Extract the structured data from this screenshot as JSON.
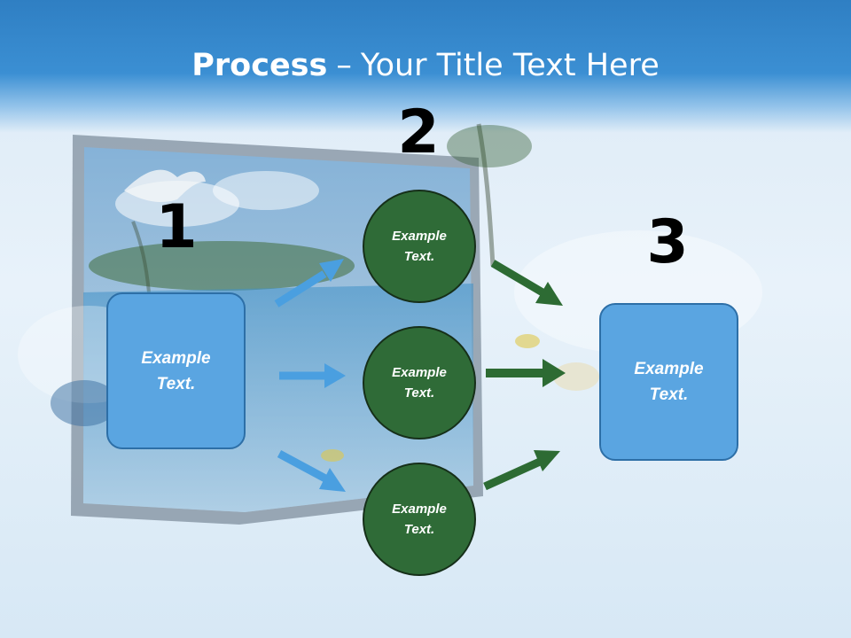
{
  "slide": {
    "title_bold": "Process",
    "title_dash": "–",
    "title_rest": "Your Title Text Here"
  },
  "steps": [
    {
      "number": "1",
      "label": "Example Text."
    },
    {
      "number": "2",
      "nodes": [
        "Example Text.",
        "Example Text.",
        "Example Text."
      ]
    },
    {
      "number": "3",
      "label": "Example Text."
    }
  ],
  "colors": {
    "header_blue": "#3b8fd3",
    "box_fill": "#5aa5e1",
    "box_border": "#2d6fa7",
    "circle_fill": "#2f6b37",
    "blue_arrow": "#4a9fe0",
    "green_arrow": "#2d6b33"
  },
  "background": {
    "description_icon": "tropical-monitor-photo"
  }
}
